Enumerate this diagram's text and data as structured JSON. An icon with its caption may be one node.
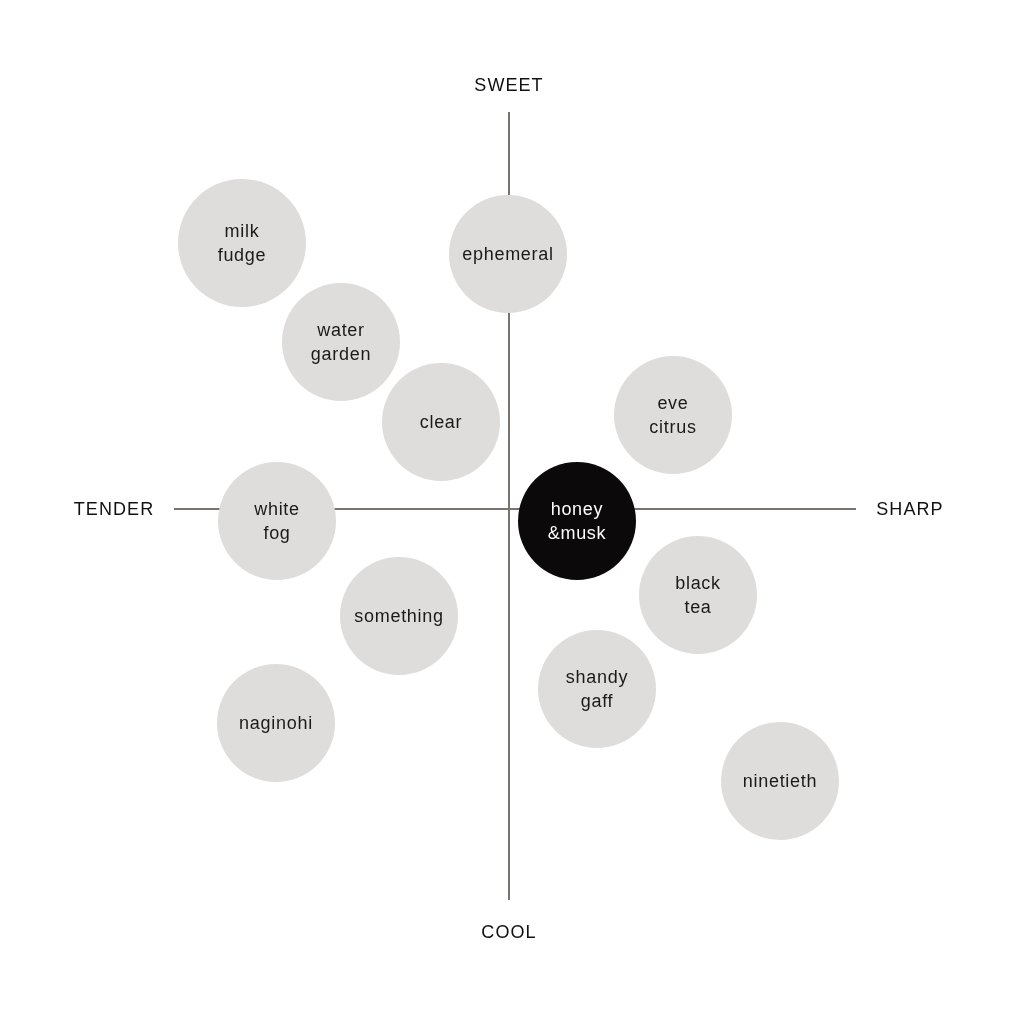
{
  "diagram": {
    "nodes": [
      {
        "text": [
          "milk fudge"
        ]
      },
      {
        "text": [
          "ephemeral"
        ]
      },
      {
        "text": [
          "water garden"
        ]
      },
      {
        "text": [
          "clear"
        ]
      },
      {
        "text": [
          "eve citrus"
        ]
      },
      {
        "text": [
          "white fog"
        ]
      },
      {
        "text": [
          "honey &musk"
        ]
      },
      {
        "text": [
          "something"
        ]
      },
      {
        "text": [
          "black tea"
        ]
      },
      {
        "text": [
          "naginohi"
        ]
      },
      {
        "text": [
          "shandy gaff"
        ]
      },
      {
        "text": [
          "ninetieth"
        ]
      }
    ],
    "labels": [
      "SWEET",
      "TENDER",
      "SHARP",
      "COOL"
    ]
  }
}
